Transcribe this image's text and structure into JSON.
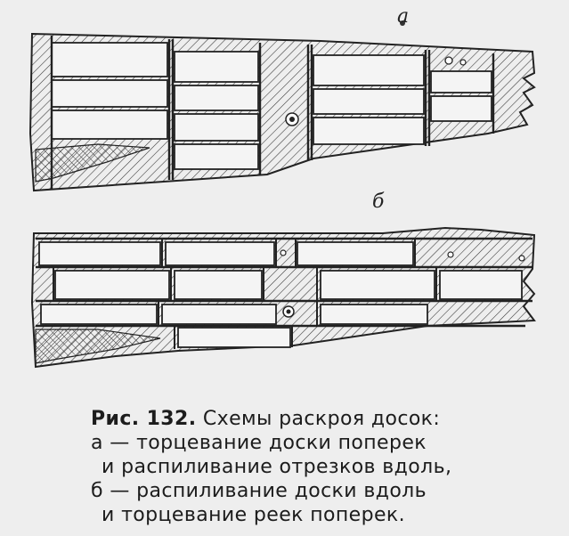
{
  "labels": {
    "a": "a",
    "b": "б"
  },
  "caption": {
    "figure_number": "Рис. 132.",
    "title": "Схемы раскроя досок:",
    "line2": "а — торцевание доски поперек",
    "line3": "и распиливание отрезков вдоль,",
    "line4": "б — распиливание доски вдоль",
    "line5": "и торцевание реек поперек."
  }
}
